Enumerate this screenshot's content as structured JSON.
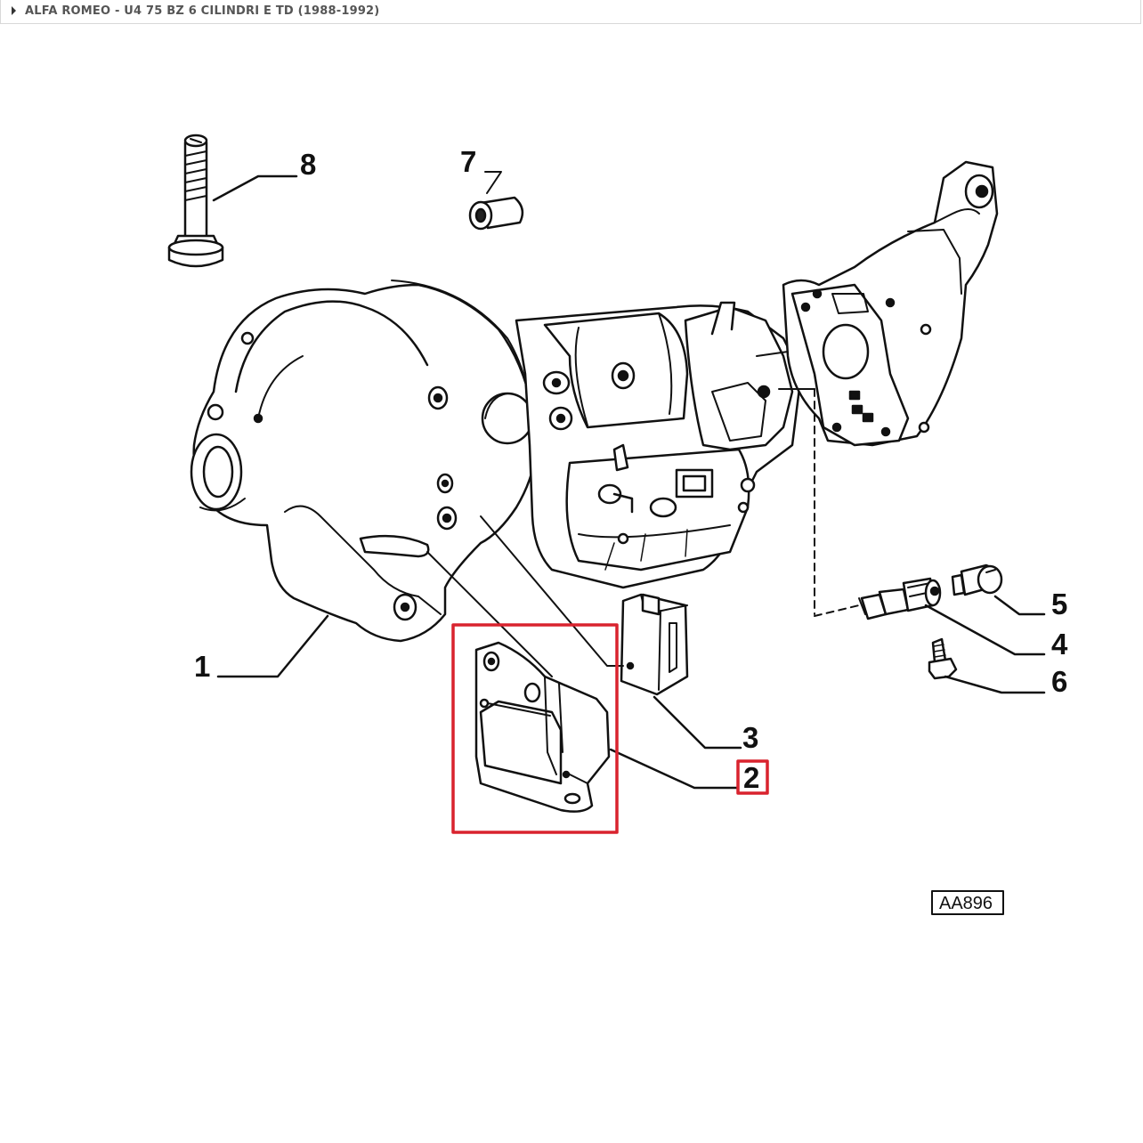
{
  "header": {
    "title": "ALFA ROMEO - U4 75 BZ 6 CILINDRI E TD (1988-1992)"
  },
  "diagram": {
    "callouts": {
      "c1": "1",
      "c2": "2",
      "c3": "3",
      "c4": "4",
      "c5": "5",
      "c6": "6",
      "c7": "7",
      "c8": "8"
    },
    "ref_code": "AA896",
    "highlighted_part": "2",
    "highlight_color": "#d9232e"
  }
}
